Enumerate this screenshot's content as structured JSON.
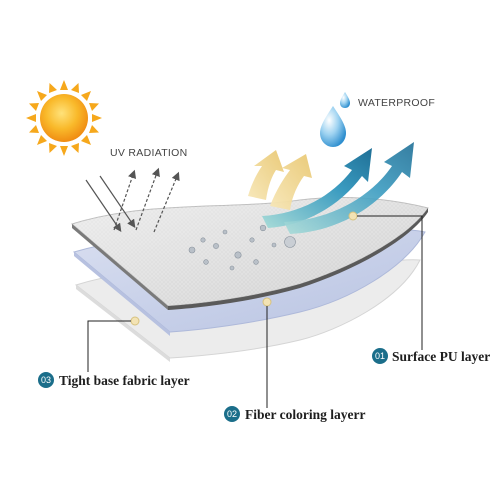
{
  "labels": {
    "uv": "UV RADIATION",
    "waterproof": "WATERPROOF"
  },
  "layers": [
    {
      "number": "01",
      "name": "Surface PU layer"
    },
    {
      "number": "02",
      "name": "Fiber coloring layerr"
    },
    {
      "number": "03",
      "name": "Tight base fabric layer"
    }
  ],
  "colors": {
    "badge": "#1b6e8a",
    "sun": "#f6a81c",
    "surface_layer": "#d9d9d9",
    "fiber_layer": "#c4cde6",
    "base_layer": "#e9e9e9",
    "arrow_teal": "#2d8bb0",
    "arrow_cream": "#f2d99a"
  },
  "icons": [
    "sun-icon",
    "water-drop-icon",
    "uv-arrow-icon",
    "reflect-arrow-icon"
  ]
}
